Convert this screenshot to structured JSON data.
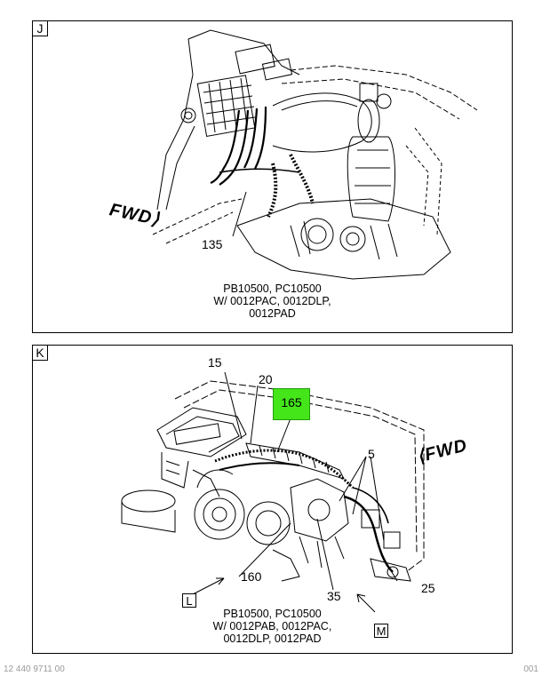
{
  "panel_j": {
    "letter": "J",
    "forward_label": "FWD",
    "callouts": [
      "135"
    ],
    "caption_lines": [
      "PB10500, PC10500",
      "W/ 0012PAC, 0012DLP,",
      "0012PAD"
    ]
  },
  "panel_k": {
    "letter": "K",
    "forward_label": "FWD",
    "callouts": [
      "15",
      "20",
      "165",
      "5",
      "160",
      "35",
      "25"
    ],
    "highlighted_callout": "165",
    "highlight_color": "#44e61a",
    "view_refs": [
      "L",
      "M"
    ],
    "caption_lines": [
      "PB10500, PC10500",
      "W/ 0012PAB, 0012PAC,",
      "0012DLP, 0012PAD"
    ]
  },
  "footer": {
    "left": "12 440 9711 00",
    "right": "001"
  }
}
